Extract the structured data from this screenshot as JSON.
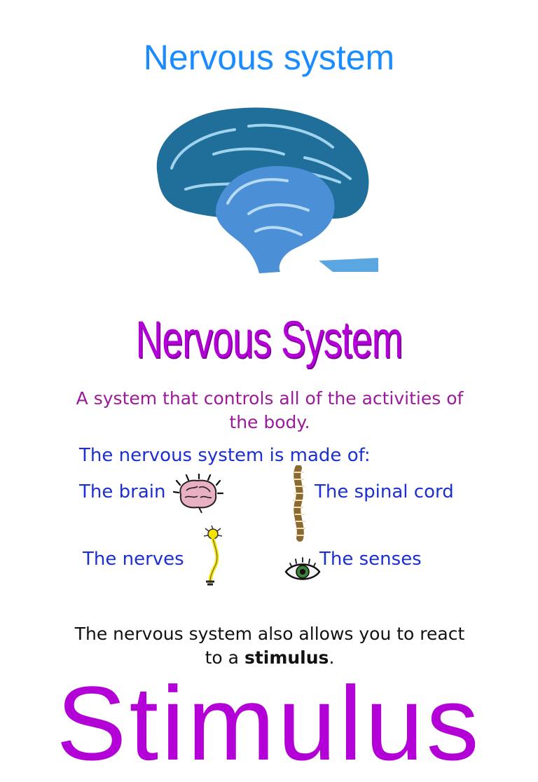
{
  "page": {
    "title": "Nervous system",
    "wordart_title": "Nervous System",
    "definition": "A system that controls all of the activities of the body.",
    "made_of": "The nervous system is made of:",
    "parts": {
      "brain": "The brain",
      "spinal_cord": "The spinal cord",
      "nerves": "The nerves",
      "senses": "The senses"
    },
    "stimulus_sentence_start": "The nervous system also allows you to react to a",
    "stimulus_word": "stimulus",
    "stimulus_sentence_end": ".",
    "big_word": "Stimulus"
  },
  "colors": {
    "title_blue": "#1a8cff",
    "purple": "#b300d6",
    "body_blue": "#1c2fd1",
    "brain_dark": "#1f6f9a",
    "brain_light": "#4b8fd6"
  },
  "icons": {
    "brain_art": "brain-illustration",
    "brain_small": "brain-icon",
    "spine": "spine-icon",
    "nerve": "neuron-icon",
    "eye": "eye-icon"
  }
}
